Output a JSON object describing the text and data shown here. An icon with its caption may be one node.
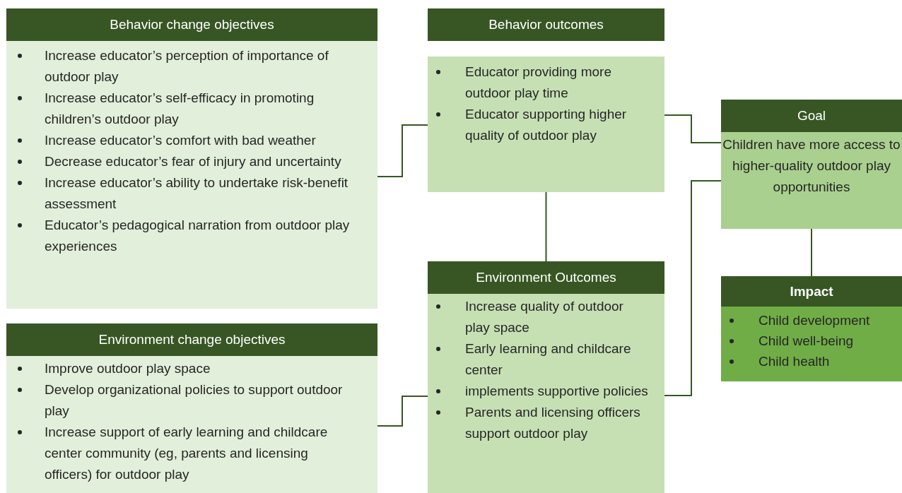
{
  "diagram": {
    "nodes": [
      {
        "text": [
          "Behavior change objectives",
          "Increase educator’s perception of importance of outdoor play",
          "Increase educator’s self-efficacy in promoting children’s outdoor play",
          "Increase educator’s comfort with bad weather",
          "Decrease educator’s fear of injury and uncertainty",
          "Increase educator’s ability to undertake risk-benefit assessment",
          "Educator’s pedagogical narration from outdoor play experiences"
        ]
      },
      {
        "text": [
          "Behavior outcomes"
        ]
      },
      {
        "text": [
          "Educator providing more outdoor play time",
          "Educator supporting higher quality of outdoor play"
        ]
      },
      {
        "text": [
          "Goal",
          "Children have more access to higher-quality outdoor play opportunities"
        ]
      },
      {
        "text": [
          "Environment change objectives",
          "Improve outdoor play space",
          "Develop organizational policies to support outdoor play",
          "Increase support of early learning and childcare center community (eg, parents and licensing officers) for outdoor play"
        ]
      },
      {
        "text": [
          "Environment Outcomes",
          "Increase quality of outdoor play space",
          "Early learning and childcare center",
          "implements supportive policies",
          "Parents and licensing officers support outdoor play"
        ]
      },
      {
        "text": [
          "Impact",
          "Child development",
          "Child well-being",
          "Child health"
        ]
      }
    ],
    "edges": [
      {
        "from": 0,
        "to": 2,
        "arrow": "none"
      },
      {
        "from": 2,
        "to": 3,
        "arrow": "none"
      },
      {
        "from": 2,
        "to": 5,
        "arrow": "none"
      },
      {
        "from": 4,
        "to": 5,
        "arrow": "none"
      },
      {
        "from": 5,
        "to": 3,
        "arrow": "none"
      },
      {
        "from": 3,
        "to": 6,
        "arrow": "none"
      }
    ]
  }
}
